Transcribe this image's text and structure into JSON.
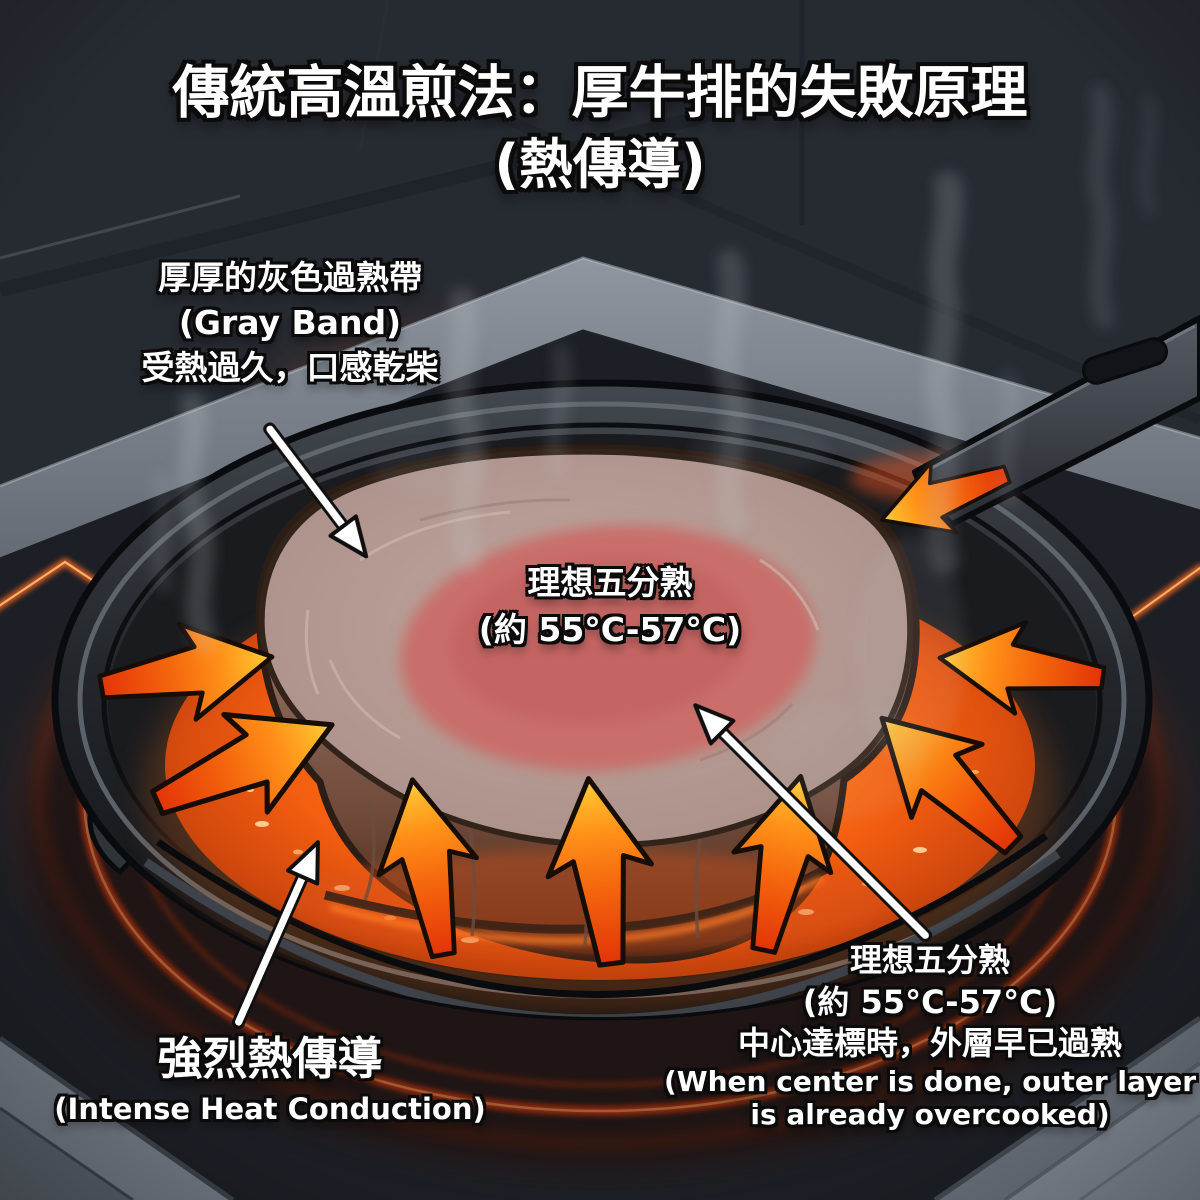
{
  "title": {
    "line1": "傳統高溫煎法：厚牛排的失敗原理",
    "line2": "(熱傳導)"
  },
  "labels": {
    "gray_band": {
      "line1": "厚厚的灰色過熟帶",
      "line2": "(Gray Band)",
      "line3": "受熱過久，口感乾柴"
    },
    "center_doneness": {
      "line1": "理想五分熟",
      "line2": "(約 55°C-57°C)"
    },
    "right_doneness": {
      "line1": "理想五分熟",
      "line2": "(約 55°C-57°C)",
      "line3": "中心達標時，外層早已過熟",
      "line4": "(When center is done, outer layer",
      "line5": "is already overcooked)"
    },
    "conduction": {
      "line1": "強烈熱傳導",
      "line2": "(Intense Heat Conduction)"
    }
  },
  "colors": {
    "background_wall": "#262a31",
    "counter_edge": "#8d949e",
    "stove_surface": "#1c1f25",
    "burner_glow": "#ff4712",
    "heat_arrow_tail": "#e23407",
    "heat_arrow_head": "#ffd14e",
    "pan_body": "#23262b",
    "pan_highlight": "#666d76",
    "steak_gray_band": "#b1978f",
    "steak_center": "#c96e6b",
    "steak_side": "#8a6758",
    "annotation_arrow": "#ffffff",
    "text": "#ffffff",
    "text_outline": "#0b0b0b",
    "smoke": "#ccd1d7"
  }
}
